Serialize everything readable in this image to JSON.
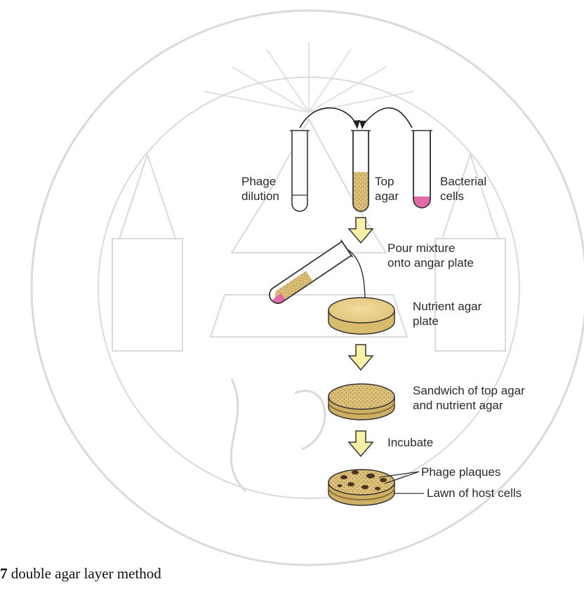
{
  "labels": {
    "phage_dilution_1": "Phage",
    "phage_dilution_2": "dilution",
    "top_agar_1": "Top",
    "top_agar_2": "agar",
    "bacterial_cells_1": "Bacterial",
    "bacterial_cells_2": "cells",
    "pour_1": "Pour mixture",
    "pour_2": "onto angar plate",
    "nutrient_1": "Nutrient agar",
    "nutrient_2": "plate",
    "sandwich_1": "Sandwich of top agar",
    "sandwich_2": "and nutrient agar",
    "incubate": "Incubate",
    "plaques": "Phage plaques",
    "lawn": "Lawn of host cells"
  },
  "caption": {
    "number": "7",
    "text": " double agar layer method"
  },
  "colors": {
    "agar": "#e8cf86",
    "agar_dark": "#c9a24e",
    "bacteria_pink": "#e36aa6",
    "arrow_fill": "#f7f1a6",
    "watermark": "#d7d7d7",
    "plaque": "#4a3420"
  }
}
